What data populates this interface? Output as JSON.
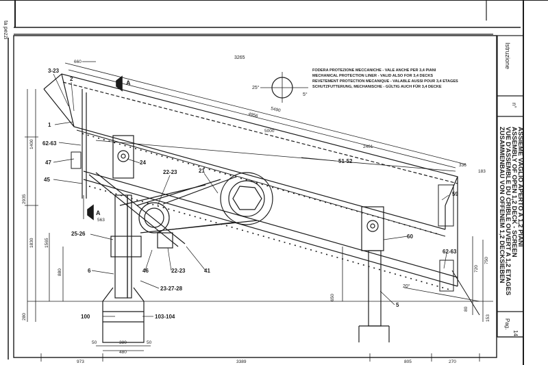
{
  "colors": {
    "ink": "#1a1a1a",
    "paper": "#ffffff",
    "faint": "#6e6e6e"
  },
  "header_scan": {
    "left_fragment": "ta pezzi",
    "center_number": "3265"
  },
  "title_block": {
    "istruzione": "Istruzione",
    "n_label": "n°",
    "title_lines": [
      "ASSIEME VAGLIO APERTO A 1,2 PIANI",
      "ASSEMBLY OF OPEN 1,2 DECK - SCREEN",
      "VUE D'ASSEMBLE DU CRIBLE OUVERT A 1,2 ETAGES",
      "ZUSAMMENBAU VON OFFENEM 1,2 DECKSIEBEN"
    ],
    "page_label": "Pag.",
    "page_number": "14"
  },
  "notes": [
    "FODERA PROTEZIONE MECCANICHE - VALE ANCHE PER 3,4 PIANI",
    "MECHANICAL PROTECTION LINER - VALID ALSO FOR 3,4 DECKS",
    "REVETEMENT PROTECTION MECANIQUE - VALABLE AUSSI POUR 3,4 ETAGES",
    "SCHUTZFUTTERUNG, MECHANISCHE - GÜLTIG AUCH FÜR 3,4 DECKE"
  ],
  "angles": {
    "a1": "25°",
    "a2": "5°",
    "a3": "20°"
  },
  "dims": {
    "d_5490": "5490",
    "d_4956": "4956",
    "d_5000": "5000",
    "d_2461": "2461",
    "d_660": "660",
    "d_1400": "1400",
    "d_2935": "2935",
    "d_1830": "1830",
    "d_1565": "1565",
    "d_880": "880",
    "d_280": "280",
    "d_563": "563",
    "d_650": "650",
    "d_336": "336",
    "d_183": "183",
    "d_750": "750",
    "d_720": "720",
    "d_153": "153",
    "d_80": "80",
    "d_50a": "50",
    "d_380": "380",
    "d_50b": "50",
    "d_480": "480",
    "d_973": "973",
    "d_3389": "3389",
    "d_805": "805",
    "d_270": "270"
  },
  "parts": {
    "p3_23": "3-23",
    "p2": "2",
    "p1": "1",
    "p62_63a": "62-63",
    "p47": "47",
    "p45": "45",
    "p24": "24",
    "p22_23a": "22-23",
    "p21": "21",
    "p51_52": "51-52",
    "p25_26": "25-26",
    "p6": "6",
    "p46": "46",
    "p22_23b": "22-23",
    "p41": "41",
    "p23_27_28": "23-27-28",
    "p100": "100",
    "p103_104": "103-104",
    "p59": "59",
    "p60": "60",
    "p62_63b": "62-63",
    "p5": "5"
  },
  "section_marks": {
    "top": "A",
    "bottom": "A"
  }
}
